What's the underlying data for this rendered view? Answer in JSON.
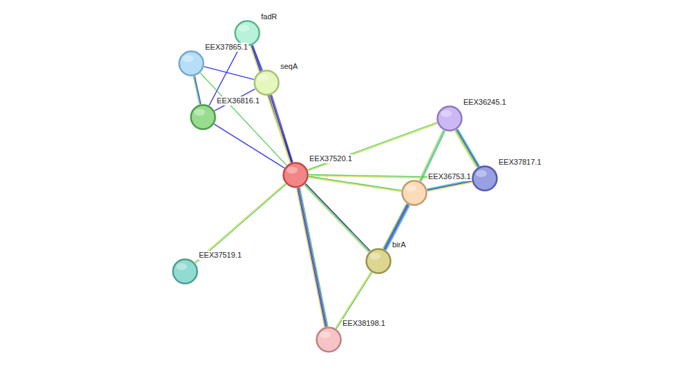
{
  "diagram": {
    "nodes": [
      {
        "text": [
          "fadR"
        ]
      },
      {
        "text": [
          "EEX37865.1"
        ]
      },
      {
        "text": [
          "seqA"
        ]
      },
      {
        "text": [
          "EEX36816.1"
        ]
      },
      {
        "text": [
          "EEX37520.1"
        ]
      },
      {
        "text": [
          "EEX36245.1"
        ]
      },
      {
        "text": [
          "EEX37817.1"
        ]
      },
      {
        "text": [
          "EEX36753.1"
        ]
      },
      {
        "text": [
          "birA"
        ]
      },
      {
        "text": [
          "EEX37519.1"
        ]
      },
      {
        "text": [
          "EEX38198.1"
        ]
      }
    ],
    "edges": [
      {
        "from": 0,
        "to": 2,
        "arrow": "none"
      },
      {
        "from": 0,
        "to": 4,
        "arrow": "none"
      },
      {
        "from": 0,
        "to": 3,
        "arrow": "none"
      },
      {
        "from": 1,
        "to": 2,
        "arrow": "none"
      },
      {
        "from": 1,
        "to": 3,
        "arrow": "none"
      },
      {
        "from": 1,
        "to": 4,
        "arrow": "none"
      },
      {
        "from": 2,
        "to": 4,
        "arrow": "none"
      },
      {
        "from": 2,
        "to": 3,
        "arrow": "none"
      },
      {
        "from": 3,
        "to": 4,
        "arrow": "none"
      },
      {
        "from": 4,
        "to": 5,
        "arrow": "none"
      },
      {
        "from": 4,
        "to": 7,
        "arrow": "none"
      },
      {
        "from": 4,
        "to": 6,
        "arrow": "none"
      },
      {
        "from": 4,
        "to": 8,
        "arrow": "none"
      },
      {
        "from": 4,
        "to": 10,
        "arrow": "none"
      },
      {
        "from": 4,
        "to": 9,
        "arrow": "none"
      },
      {
        "from": 5,
        "to": 7,
        "arrow": "none"
      },
      {
        "from": 5,
        "to": 6,
        "arrow": "none"
      },
      {
        "from": 7,
        "to": 6,
        "arrow": "none"
      },
      {
        "from": 7,
        "to": 8,
        "arrow": "none"
      },
      {
        "from": 8,
        "to": 10,
        "arrow": "none"
      }
    ]
  }
}
